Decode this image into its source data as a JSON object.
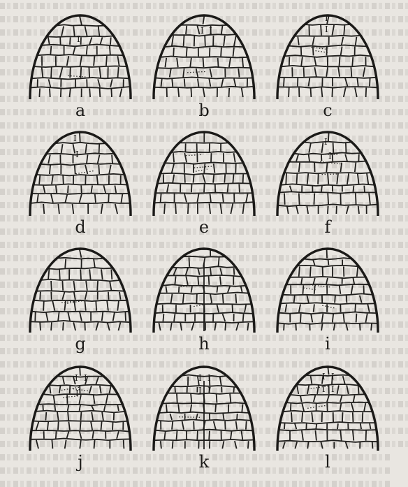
{
  "figure": {
    "panels": [
      {
        "label": "a",
        "marks": [
          "I"
        ]
      },
      {
        "label": "b",
        "marks": [
          "I",
          "I"
        ]
      },
      {
        "label": "c",
        "marks": [
          "I",
          "I"
        ]
      },
      {
        "label": "d",
        "marks": [
          "I",
          "I"
        ]
      },
      {
        "label": "e",
        "marks": []
      },
      {
        "label": "f",
        "marks": [
          "I",
          "I"
        ]
      },
      {
        "label": "g",
        "marks": []
      },
      {
        "label": "h",
        "marks": []
      },
      {
        "label": "i",
        "marks": []
      },
      {
        "label": "j",
        "marks": [
          "I",
          "I",
          "I"
        ]
      },
      {
        "label": "k",
        "marks": [
          "I",
          "I",
          "I",
          "I"
        ]
      },
      {
        "label": "l",
        "marks": [
          "I",
          "I",
          "I",
          "I"
        ]
      }
    ]
  }
}
